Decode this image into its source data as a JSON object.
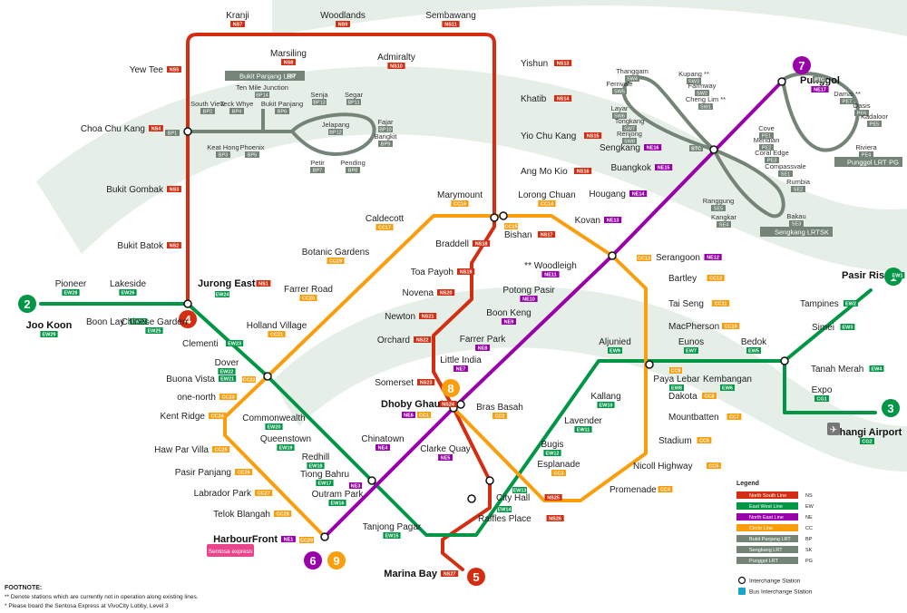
{
  "lines": [
    {
      "id": "ns",
      "number": "1",
      "color": "#d42e12",
      "name": "North South Line",
      "code": "NS"
    },
    {
      "id": "ew",
      "number": "2",
      "color": "#009645",
      "name": "East West Line",
      "code": "EW"
    },
    {
      "id": "ne",
      "number": "4",
      "color": "#9900aa",
      "name": "North East Line",
      "code": "NE"
    },
    {
      "id": "cc",
      "number": "3",
      "color": "#fa9e0d",
      "name": "Circle Line",
      "code": "CC"
    },
    {
      "id": "lrt",
      "color": "#748477",
      "name": "LRT"
    }
  ],
  "badges": [
    {
      "text": "1",
      "color": "#009645"
    },
    {
      "text": "2",
      "color": "#009645"
    },
    {
      "text": "3",
      "color": "#009645"
    },
    {
      "text": "4",
      "color": "#d42e12"
    },
    {
      "text": "5",
      "color": "#d42e12"
    },
    {
      "text": "6",
      "color": "#9900aa"
    },
    {
      "text": "7",
      "color": "#9900aa"
    },
    {
      "text": "8",
      "color": "#fa9e0d"
    },
    {
      "text": "9",
      "color": "#fa9e0d"
    }
  ],
  "stations": [
    {
      "name": "Kranji",
      "code": "NS7",
      "line": "ns"
    },
    {
      "name": "Woodlands",
      "code": "NS9",
      "line": "ns"
    },
    {
      "name": "Sembawang",
      "code": "NS11",
      "line": "ns"
    },
    {
      "name": "Marsiling",
      "code": "NS8",
      "line": "ns"
    },
    {
      "name": "Admiralty",
      "code": "NS10",
      "line": "ns"
    },
    {
      "name": "Yew Tee",
      "code": "NS5",
      "line": "ns"
    },
    {
      "name": "Yishun",
      "code": "NS13",
      "line": "ns"
    },
    {
      "name": "Khatib",
      "code": "NS14",
      "line": "ns"
    },
    {
      "name": "Yio Chu Kang",
      "code": "NS15",
      "line": "ns"
    },
    {
      "name": "Ang Mo Kio",
      "code": "NS16",
      "line": "ns"
    },
    {
      "name": "Choa Chu Kang",
      "code": "NS4",
      "line": "ns"
    },
    {
      "name": "Bukit Gombak",
      "code": "NS3",
      "line": "ns"
    },
    {
      "name": "Bukit Batok",
      "code": "NS2",
      "line": "ns"
    },
    {
      "name": "Jurong East",
      "code": "NS1",
      "line": "ns"
    },
    {
      "name": "Bishan",
      "code": "NS17",
      "line": "ns"
    },
    {
      "name": "Braddell",
      "code": "NS18",
      "line": "ns"
    },
    {
      "name": "Toa Payoh",
      "code": "NS19",
      "line": "ns"
    },
    {
      "name": "Novena",
      "code": "NS20",
      "line": "ns"
    },
    {
      "name": "Newton",
      "code": "NS21",
      "line": "ns"
    },
    {
      "name": "Orchard",
      "code": "NS22",
      "line": "ns"
    },
    {
      "name": "Somerset",
      "code": "NS23",
      "line": "ns"
    },
    {
      "name": "Dhoby Ghaut",
      "code": "NS24",
      "line": "ns"
    },
    {
      "name": "City Hall",
      "code": "NS25",
      "line": "ns"
    },
    {
      "name": "Raffles Place",
      "code": "NS26",
      "line": "ns"
    },
    {
      "name": "Marina Bay",
      "code": "NS27",
      "line": "ns"
    },
    {
      "name": "Pioneer",
      "code": "EW28",
      "line": "ew"
    },
    {
      "name": "Lakeside",
      "code": "EW26",
      "line": "ew"
    },
    {
      "name": "Joo Koon",
      "code": "EW29",
      "line": "ew"
    },
    {
      "name": "Boon Lay",
      "code": "EW27",
      "line": "ew"
    },
    {
      "name": "Chinese Garden",
      "code": "EW25",
      "line": "ew"
    },
    {
      "name": "Clementi",
      "code": "EW23",
      "line": "ew"
    },
    {
      "name": "Dover",
      "code": "EW22",
      "line": "ew"
    },
    {
      "name": "Buona Vista",
      "code": "EW21",
      "line": "ew"
    },
    {
      "name": "Commonwealth",
      "code": "EW20",
      "line": "ew"
    },
    {
      "name": "Queenstown",
      "code": "EW19",
      "line": "ew"
    },
    {
      "name": "Redhill",
      "code": "EW18",
      "line": "ew"
    },
    {
      "name": "Tiong Bahru",
      "code": "EW17",
      "line": "ew"
    },
    {
      "name": "Outram Park",
      "code": "EW16",
      "line": "ew"
    },
    {
      "name": "Tanjong Pagar",
      "code": "EW15",
      "line": "ew"
    },
    {
      "name": "Bugis",
      "code": "EW12",
      "line": "ew"
    },
    {
      "name": "Lavender",
      "code": "EW11",
      "line": "ew"
    },
    {
      "name": "Kallang",
      "code": "EW10",
      "line": "ew"
    },
    {
      "name": "Aljunied",
      "code": "EW9",
      "line": "ew"
    },
    {
      "name": "Paya Lebar",
      "code": "EW8",
      "line": "ew"
    },
    {
      "name": "Eunos",
      "code": "EW7",
      "line": "ew"
    },
    {
      "name": "Kembangan",
      "code": "EW6",
      "line": "ew"
    },
    {
      "name": "Bedok",
      "code": "EW5",
      "line": "ew"
    },
    {
      "name": "Tanah Merah",
      "code": "EW4",
      "line": "ew"
    },
    {
      "name": "Simei",
      "code": "EW3",
      "line": "ew"
    },
    {
      "name": "Tampines",
      "code": "EW2",
      "line": "ew"
    },
    {
      "name": "Pasir Ris",
      "code": "EW1",
      "line": "ew"
    },
    {
      "name": "Expo",
      "code": "CG1",
      "line": "ew"
    },
    {
      "name": "Changi Airport",
      "code": "CG2",
      "line": "ew"
    },
    {
      "name": "HarbourFront",
      "code": "NE1",
      "line": "ne"
    },
    {
      "name": "Chinatown",
      "code": "NE4",
      "line": "ne"
    },
    {
      "name": "Clarke Quay",
      "code": "NE5",
      "line": "ne"
    },
    {
      "name": "Little India",
      "code": "NE7",
      "line": "ne"
    },
    {
      "name": "Farrer Park",
      "code": "NE8",
      "line": "ne"
    },
    {
      "name": "Boon Keng",
      "code": "NE9",
      "line": "ne"
    },
    {
      "name": "Potong Pasir",
      "code": "NE10",
      "line": "ne"
    },
    {
      "name": "** Woodleigh",
      "code": "NE11",
      "line": "ne"
    },
    {
      "name": "Serangoon",
      "code": "NE12",
      "line": "ne"
    },
    {
      "name": "Kovan",
      "code": "NE13",
      "line": "ne"
    },
    {
      "name": "Hougang",
      "code": "NE14",
      "line": "ne"
    },
    {
      "name": "Buangkok",
      "code": "NE15",
      "line": "ne"
    },
    {
      "name": "Sengkang",
      "code": "NE16",
      "line": "ne"
    },
    {
      "name": "Punggol",
      "code": "NE17",
      "line": "ne"
    },
    {
      "name": "Marymount",
      "code": "CC16",
      "line": "cc"
    },
    {
      "name": "Lorong Chuan",
      "code": "CC14",
      "line": "cc"
    },
    {
      "name": "Caldecott",
      "code": "CC17",
      "line": "cc"
    },
    {
      "name": "Botanic Gardens",
      "code": "CC19",
      "line": "cc"
    },
    {
      "name": "Farrer Road",
      "code": "CC20",
      "line": "cc"
    },
    {
      "name": "Holland Village",
      "code": "CC21",
      "line": "cc"
    },
    {
      "name": "one-north",
      "code": "CC23",
      "line": "cc"
    },
    {
      "name": "Kent Ridge",
      "code": "CC24",
      "line": "cc"
    },
    {
      "name": "Haw Par Villa",
      "code": "CC25",
      "line": "cc"
    },
    {
      "name": "Pasir  Panjang",
      "code": "CC26",
      "line": "cc"
    },
    {
      "name": "Labrador Park",
      "code": "CC27",
      "line": "cc"
    },
    {
      "name": "Telok Blangah",
      "code": "CC28",
      "line": "cc"
    },
    {
      "name": "Bras Basah",
      "code": "CC2",
      "line": "cc"
    },
    {
      "name": "Esplanade",
      "code": "CC3",
      "line": "cc"
    },
    {
      "name": "Promenade",
      "code": "CC4",
      "line": "cc"
    },
    {
      "name": "Nicoll Highway",
      "code": "CC5",
      "line": "cc"
    },
    {
      "name": "Stadium",
      "code": "CC6",
      "line": "cc"
    },
    {
      "name": "Mountbatten",
      "code": "CC7",
      "line": "cc"
    },
    {
      "name": "Dakota",
      "code": "CC8",
      "line": "cc"
    },
    {
      "name": "MacPherson",
      "code": "CC10",
      "line": "cc"
    },
    {
      "name": "Tai Seng",
      "code": "CC11",
      "line": "cc"
    },
    {
      "name": "Bartley",
      "code": "CC12",
      "line": "cc"
    }
  ],
  "extra_codes": {
    "bishan_cc": "CC15",
    "jurong_ew": "EW24",
    "buona_cc": "CC22",
    "dhoby_ne": "NE6",
    "dhoby_cc": "CC1",
    "outram_ne": "NE3",
    "cityhall_ew": "EW13",
    "raffles_ew": "EW14",
    "harbour_cc": "CC29",
    "serangoon_cc": "CC13",
    "paya_cc": "CC9",
    "sengkang_stc": "STC",
    "punggol_ptc": "PTC"
  },
  "lrt_stations": [
    {
      "name": "South View",
      "code": "BP2"
    },
    {
      "name": "Teck Whye",
      "code": "BP4"
    },
    {
      "name": "Ten Mile Junction",
      "code": "BP14"
    },
    {
      "name": "Bukit Panjang",
      "code": "BP6"
    },
    {
      "name": "Senja",
      "code": "BP13"
    },
    {
      "name": "Segar",
      "code": "BP11"
    },
    {
      "name": "Jelapang",
      "code": "BP12"
    },
    {
      "name": "Fajar",
      "code": "BP10"
    },
    {
      "name": "Bangkit",
      "code": "BP9"
    },
    {
      "name": "Keat Hong",
      "code": "BP3"
    },
    {
      "name": "Phoenix",
      "code": "BP5"
    },
    {
      "name": "Petir",
      "code": "BP7"
    },
    {
      "name": "Pending",
      "code": "BP8"
    },
    {
      "name": "BP1",
      "code": "BP1"
    },
    {
      "name": "Thanggam",
      "code": "SW4"
    },
    {
      "name": "Fernvale",
      "code": "SW5"
    },
    {
      "name": "Layar",
      "code": "SW6"
    },
    {
      "name": "Tongkang",
      "code": "SW7"
    },
    {
      "name": "Renjong",
      "code": "SW8"
    },
    {
      "name": "Kupang **",
      "code": "SW3"
    },
    {
      "name": "Farmway",
      "code": "SW2"
    },
    {
      "name": "Cheng Lim **",
      "code": "SW1"
    },
    {
      "name": "Compassvale",
      "code": "SE1"
    },
    {
      "name": "Rumbia",
      "code": "SE2"
    },
    {
      "name": "Bakau",
      "code": "SE3"
    },
    {
      "name": "Kangkar",
      "code": "SE4"
    },
    {
      "name": "Ranggung",
      "code": "SE5"
    },
    {
      "name": "Damai **",
      "code": "PE7"
    },
    {
      "name": "Oasis",
      "code": "PE6"
    },
    {
      "name": "Kadaloor",
      "code": "PE5"
    },
    {
      "name": "Riviera",
      "code": "PE4"
    },
    {
      "name": "Coral Edge",
      "code": "PE3"
    },
    {
      "name": "Meridian",
      "code": "PE2"
    },
    {
      "name": "Cove",
      "code": "PE1"
    }
  ],
  "lrt_lines": [
    {
      "name": "Bukit Panjang LRT",
      "code": "BP"
    },
    {
      "name": "Sengkang LRT",
      "code": "SK"
    },
    {
      "name": "Punggol LRT",
      "code": "PG"
    }
  ],
  "sentosa_label": "Sentosa express",
  "legend": {
    "title": "Legend",
    "items": [
      {
        "label": "North South Line",
        "code": "NS",
        "color": "#d42e12"
      },
      {
        "label": "East West Line",
        "code": "EW",
        "color": "#009645"
      },
      {
        "label": "North East Line",
        "code": "NE",
        "color": "#9900aa"
      },
      {
        "label": "Circle Line",
        "code": "CC",
        "color": "#fa9e0d"
      },
      {
        "label": "Bukit Panjang LRT",
        "code": "BP",
        "color": "#748477"
      },
      {
        "label": "Sengkang LRT",
        "code": "SK",
        "color": "#748477"
      },
      {
        "label": "Punggol LRT",
        "code": "PG",
        "color": "#748477"
      }
    ],
    "interchange": "Interchange Station",
    "bus": "Bus Interchange Station"
  },
  "footnote": {
    "title": "FOOTNOTE:",
    "lines": [
      "**  Denote stations which are currently not in operation along existing lines.",
      "*  Please board the Sentosa Express at VivoCity Lobby, Level 3"
    ]
  },
  "colors": {
    "background": "#dfe9e0",
    "ns": "#d42e12",
    "ew": "#009645",
    "ne": "#9900aa",
    "cc": "#fa9e0d",
    "lrt": "#748477"
  }
}
